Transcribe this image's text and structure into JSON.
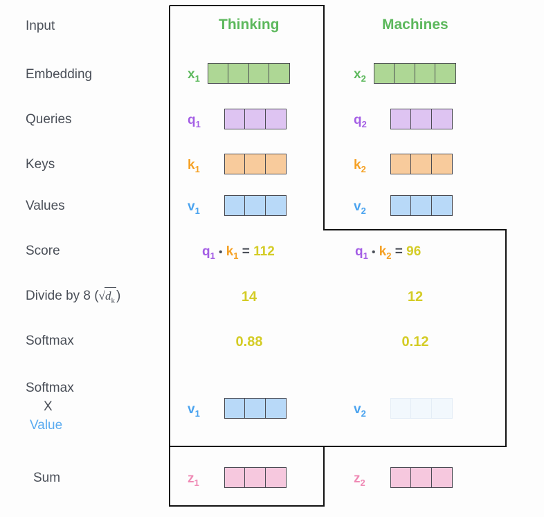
{
  "diagram": {
    "title": "self-attention-calculation",
    "colors": {
      "label_text": "#4a4f58",
      "header_green": "#5cb85c",
      "embedding_fill": "#aed795",
      "query_fill": "#dec4f2",
      "key_fill": "#f8cb9c",
      "value_fill": "#b8d9f8",
      "value_faded_fill": "#f2f8fd",
      "sum_fill": "#f6c8de",
      "cell_border": "#4a4a52",
      "scalar_yellow": "#d4cc26",
      "q_purple": "#a45ee5",
      "k_orange": "#f5a125",
      "v_blue": "#4aa3ef",
      "z_pink": "#ef8ab5",
      "outline": "#111111"
    }
  },
  "columns": [
    {
      "header": "Thinking"
    },
    {
      "header": "Machines"
    }
  ],
  "rows": [
    {
      "label": "Input",
      "kind": "header-only"
    },
    {
      "label": "Embedding",
      "kind": "vector",
      "cells": 4,
      "fill": "#aed795",
      "tokens": [
        {
          "base": "x",
          "sub": "1",
          "color": "#5cb85c"
        },
        {
          "base": "x",
          "sub": "2",
          "color": "#5cb85c"
        }
      ]
    },
    {
      "label": "Queries",
      "kind": "vector",
      "cells": 3,
      "fill": "#dec4f2",
      "tokens": [
        {
          "base": "q",
          "sub": "1",
          "color": "#a45ee5"
        },
        {
          "base": "q",
          "sub": "2",
          "color": "#a45ee5"
        }
      ]
    },
    {
      "label": "Keys",
      "kind": "vector",
      "cells": 3,
      "fill": "#f8cb9c",
      "tokens": [
        {
          "base": "k",
          "sub": "1",
          "color": "#f5a125"
        },
        {
          "base": "k",
          "sub": "2",
          "color": "#f5a125"
        }
      ]
    },
    {
      "label": "Values",
      "kind": "vector",
      "cells": 3,
      "fill": "#b8d9f8",
      "tokens": [
        {
          "base": "v",
          "sub": "1",
          "color": "#4aa3ef"
        },
        {
          "base": "v",
          "sub": "2",
          "color": "#4aa3ef"
        }
      ]
    },
    {
      "label": "Score",
      "kind": "expression",
      "expressions": [
        {
          "q": "q",
          "q_sub": "1",
          "op": "•",
          "k": "k",
          "k_sub": "1",
          "eq": "=",
          "result": "112"
        },
        {
          "q": "q",
          "q_sub": "1",
          "op": "•",
          "k": "k",
          "k_sub": "2",
          "eq": "=",
          "result": "96"
        }
      ]
    },
    {
      "label": "Divide by 8 (",
      "label_math_var": "d",
      "label_math_sub": "k",
      "label_tail": ")",
      "kind": "scalar",
      "values": [
        "14",
        "12"
      ]
    },
    {
      "label": "Softmax",
      "kind": "scalar",
      "values": [
        "0.88",
        "0.12"
      ]
    },
    {
      "label_lines": [
        "Softmax",
        "X",
        "Value"
      ],
      "kind": "vector",
      "cells": 3,
      "fill": "#b8d9f8",
      "faded_fill": "#f2f8fd",
      "tokens": [
        {
          "base": "v",
          "sub": "1",
          "color": "#4aa3ef"
        },
        {
          "base": "v",
          "sub": "2",
          "color": "#4aa3ef"
        }
      ]
    },
    {
      "label": "Sum",
      "kind": "vector",
      "cells": 3,
      "fill": "#f6c8de",
      "tokens": [
        {
          "base": "z",
          "sub": "1",
          "color": "#ef8ab5"
        },
        {
          "base": "z",
          "sub": "2",
          "color": "#ef8ab5"
        }
      ]
    }
  ]
}
